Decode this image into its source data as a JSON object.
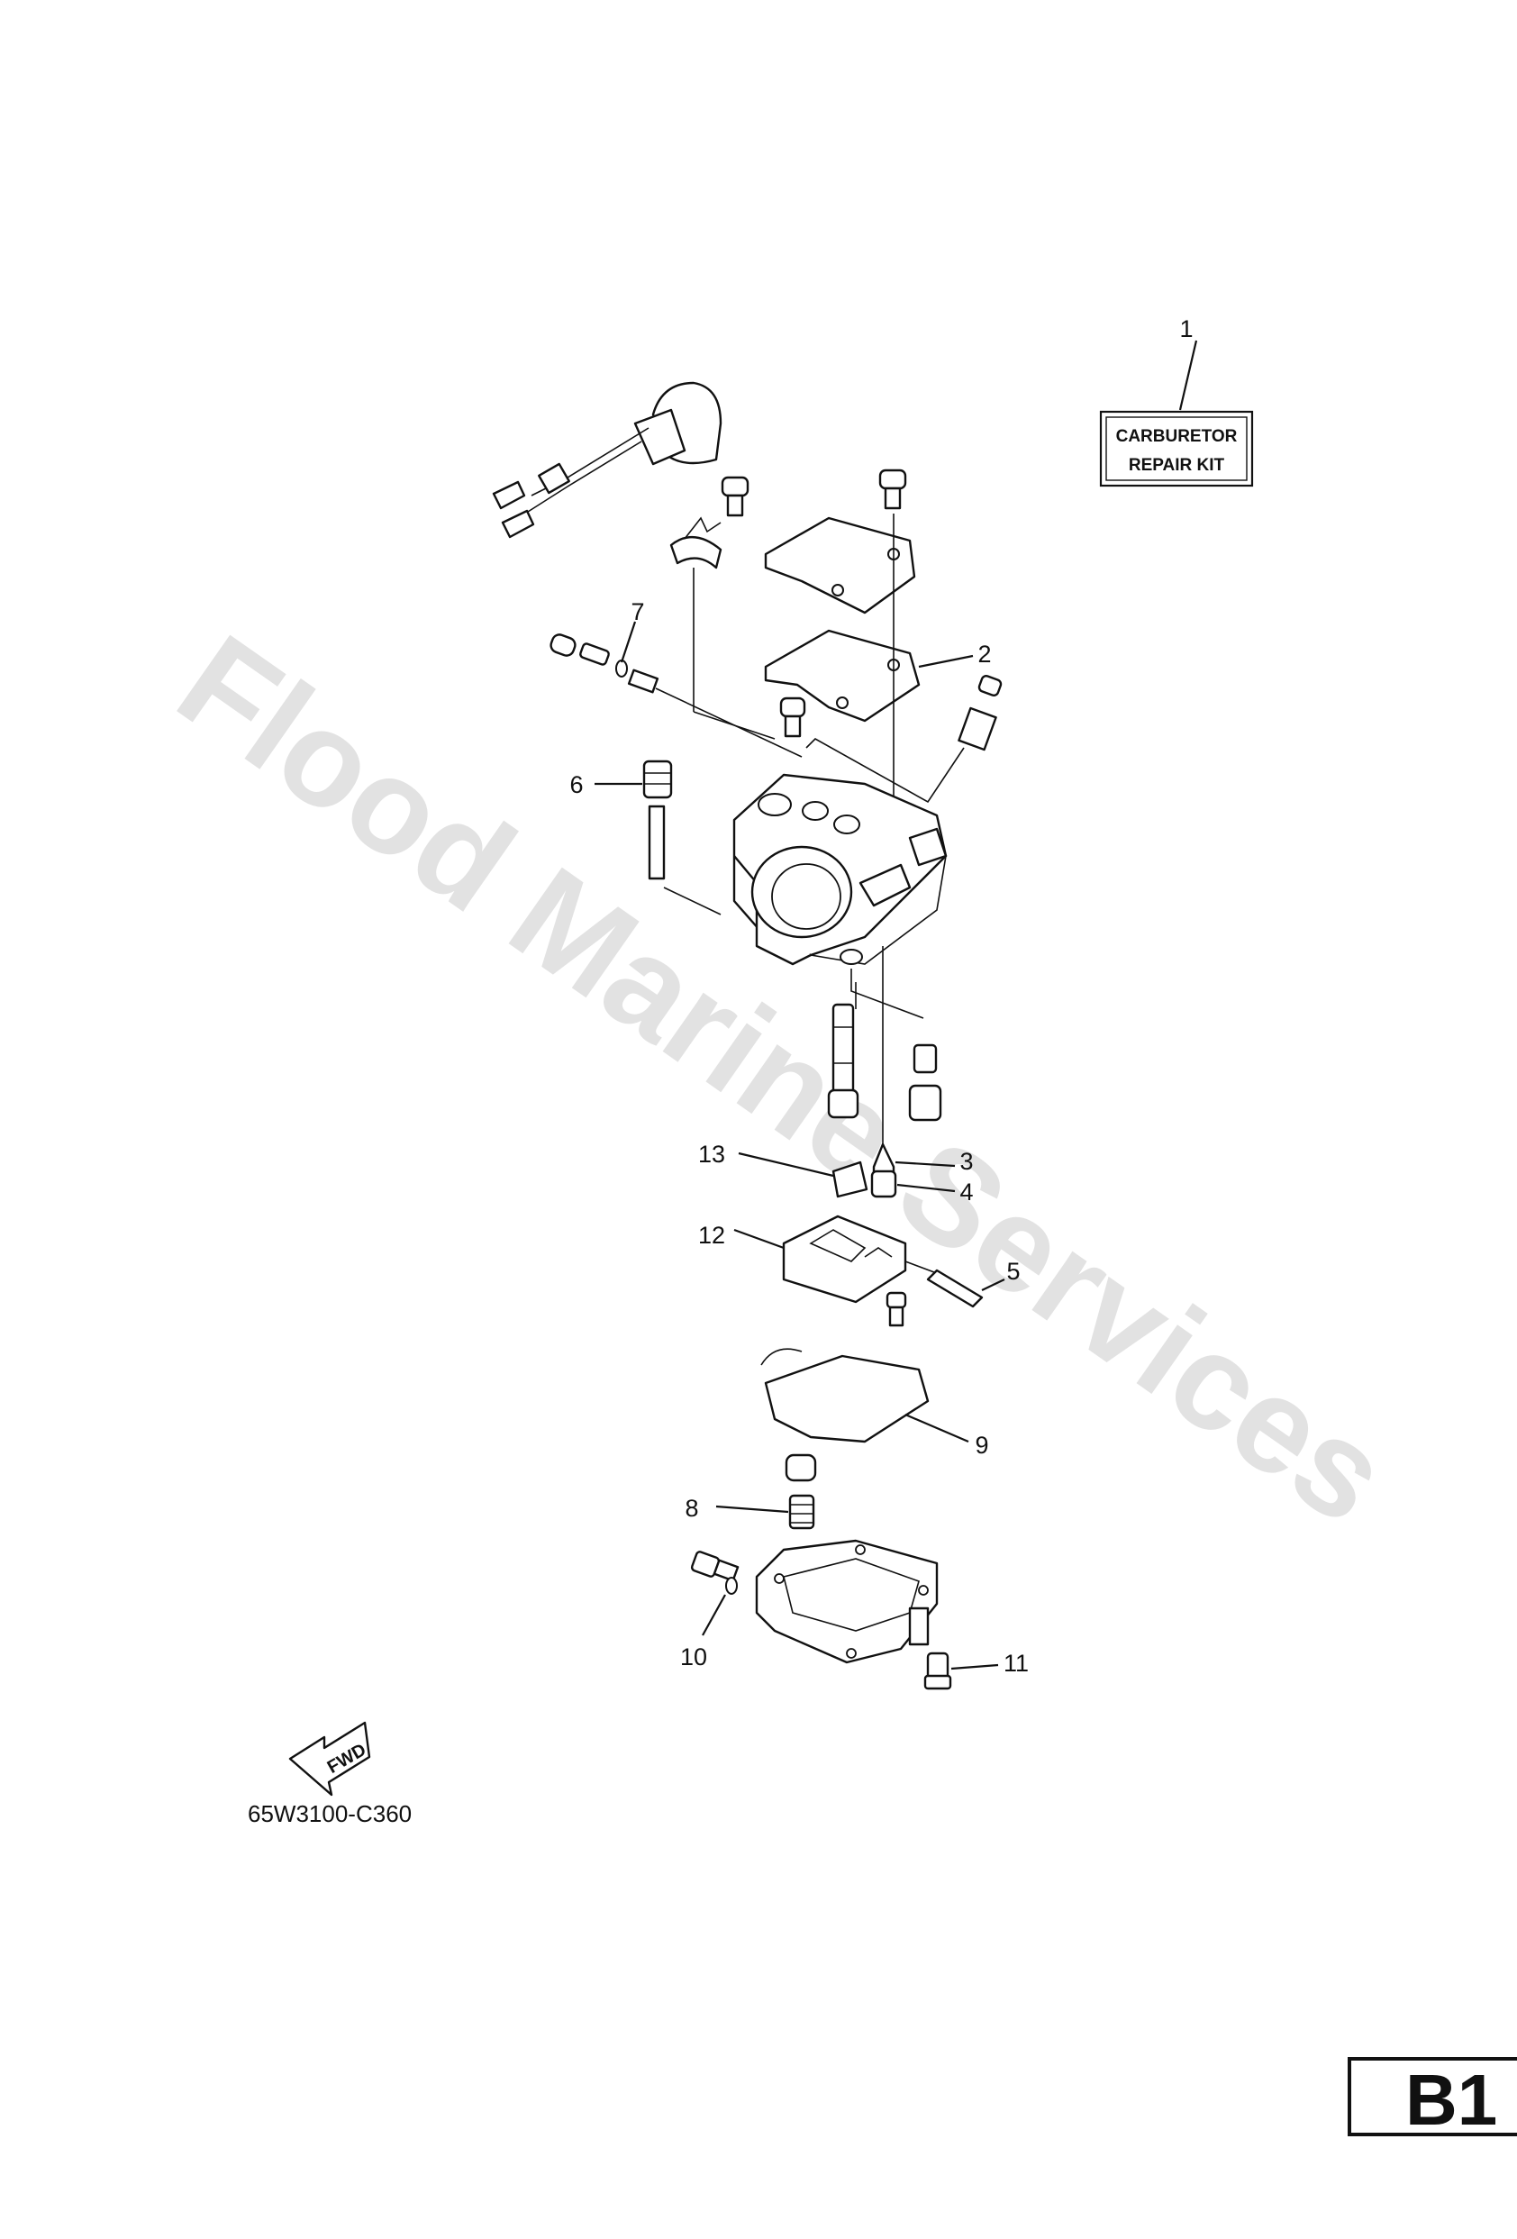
{
  "watermark": "Flood Marine Services",
  "kit_label": {
    "line1": "CARBURETOR",
    "line2": "REPAIR KIT"
  },
  "fwd_label": "FWD",
  "drawing_code": "65W3100-C360",
  "page_tag": "B1",
  "callouts": [
    "1",
    "2",
    "3",
    "4",
    "5",
    "6",
    "7",
    "8",
    "9",
    "10",
    "11",
    "12",
    "13"
  ]
}
